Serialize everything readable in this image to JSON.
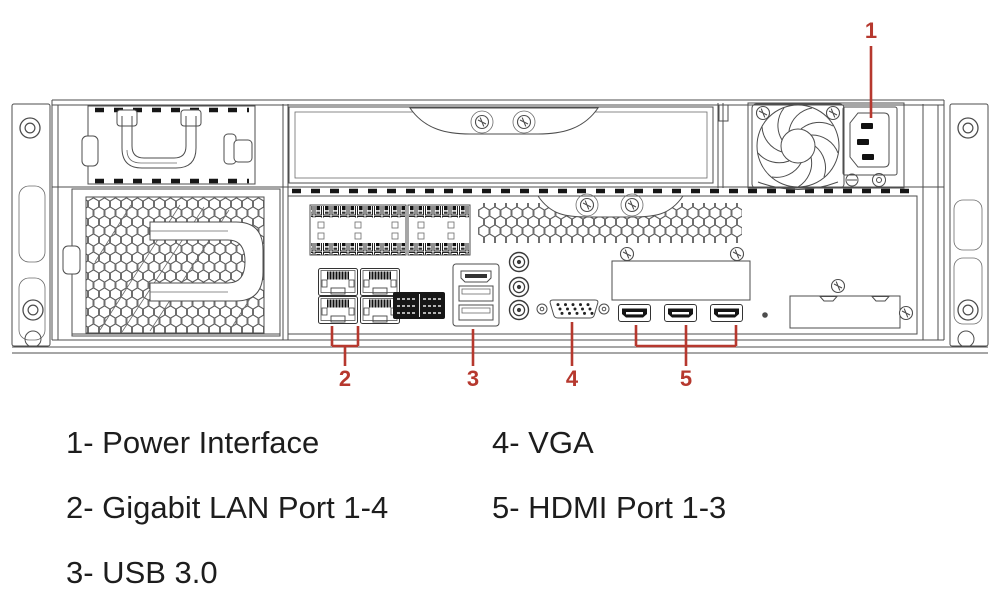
{
  "callouts": {
    "c1": "1",
    "c2": "2",
    "c3": "3",
    "c4": "4",
    "c5": "5"
  },
  "legend": {
    "column1": [
      {
        "text": "1- Power Interface"
      },
      {
        "text": "2- Gigabit LAN Port 1-4"
      },
      {
        "text": "3- USB 3.0"
      }
    ],
    "column2": [
      {
        "text": "4- VGA"
      },
      {
        "text": "5- HDMI Port 1-3"
      }
    ]
  },
  "colors": {
    "callout_red": "#b6382e",
    "line_gray": "#4d4d4d",
    "text_black": "#1d1d1d",
    "background": "#ffffff"
  }
}
